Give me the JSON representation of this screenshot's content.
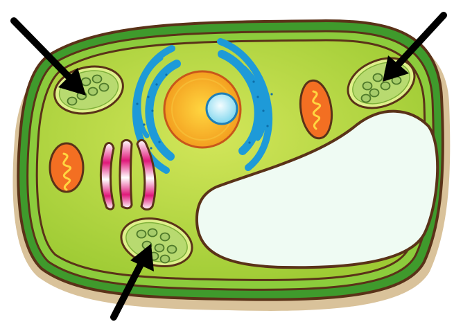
{
  "diagram": {
    "type": "plant-cell",
    "labels": [],
    "arrows": [
      {
        "points_to": "chloroplast"
      },
      {
        "points_to": "chloroplast"
      },
      {
        "points_to": "chloroplast"
      }
    ],
    "parts": [
      "cell-wall",
      "cell-membrane",
      "cytoplasm",
      "nucleus",
      "nucleolus",
      "endoplasmic-reticulum",
      "chloroplast",
      "mitochondrion",
      "golgi-apparatus",
      "vacuole"
    ]
  },
  "colors": {
    "outline": "#5a3218",
    "shadow": "#d9c29a",
    "cell_wall": "#3f9a2c",
    "membrane": "#8ccc3c",
    "cytoplasm": "#b4d636",
    "cytoplasm_center": "#d3e65a",
    "vacuole": "#effbf3",
    "nucleus": "#f2a21e",
    "nucleus_center": "#ffd640",
    "nucleolus": "#9ee4f4",
    "er": "#1e9ad8",
    "chloroplast": "#b8da70",
    "chloroplast_rim": "#dff08a",
    "thylakoid": "#a6cc6a",
    "mitochondrion": "#f36f22",
    "golgi": "#e0197a",
    "arrow": "#000000"
  }
}
